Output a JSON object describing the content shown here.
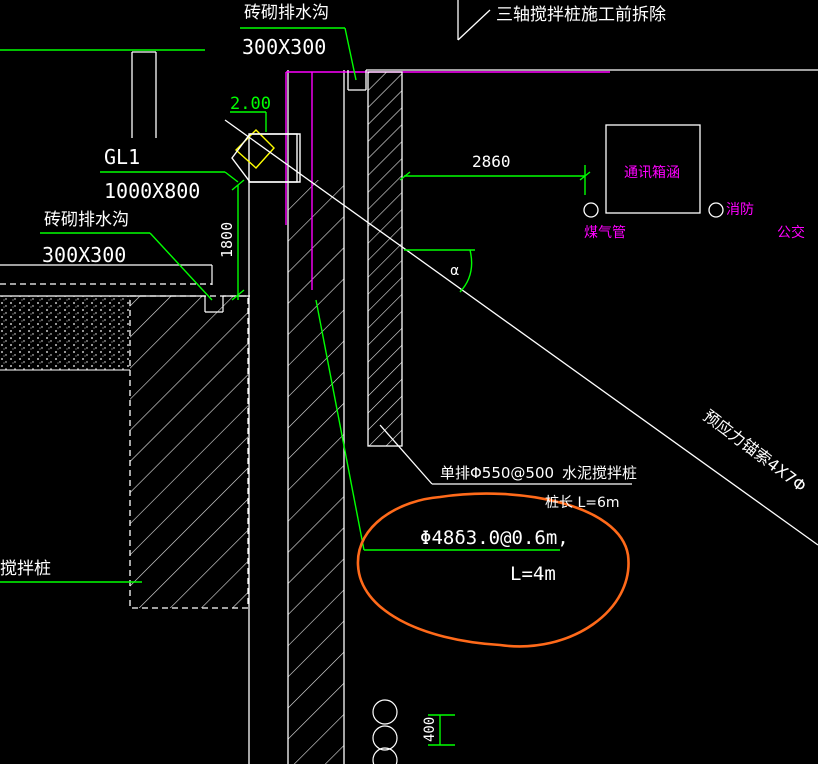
{
  "annotations": {
    "drain_top_name": "砖砌排水沟",
    "drain_top_size": "300X300",
    "demolish_note": "三轴搅拌桩施工前拆除",
    "offset_label": "2.00",
    "beam_name": "GL1",
    "beam_size": "1000X800",
    "drain_left_name": "砖砌排水沟",
    "drain_left_size": "300X300",
    "depth_label": "1800",
    "distance_label": "2860",
    "angle_label": "α",
    "box_label": "通讯箱涵",
    "gas_label": "煤气管",
    "fire_label": "消防",
    "transit_label": "公交",
    "anchor_label": "预应力锚索4X7Φ",
    "pile_spec": "单排Φ550@500",
    "pile_type": "水泥搅拌桩",
    "pile_length": "桩长 L=6m",
    "steel_spec": "Φ48δ3.0@0.6m,",
    "steel_length": "L=4m",
    "left_pile_label": "搅拌桩",
    "spacing_label": "400"
  },
  "colors": {
    "background": "#000000",
    "line": "#ffffff",
    "dimension": "#00ff00",
    "utility": "#ff00ff",
    "highlight": "#ff6a1a",
    "label": "#ffffff"
  }
}
